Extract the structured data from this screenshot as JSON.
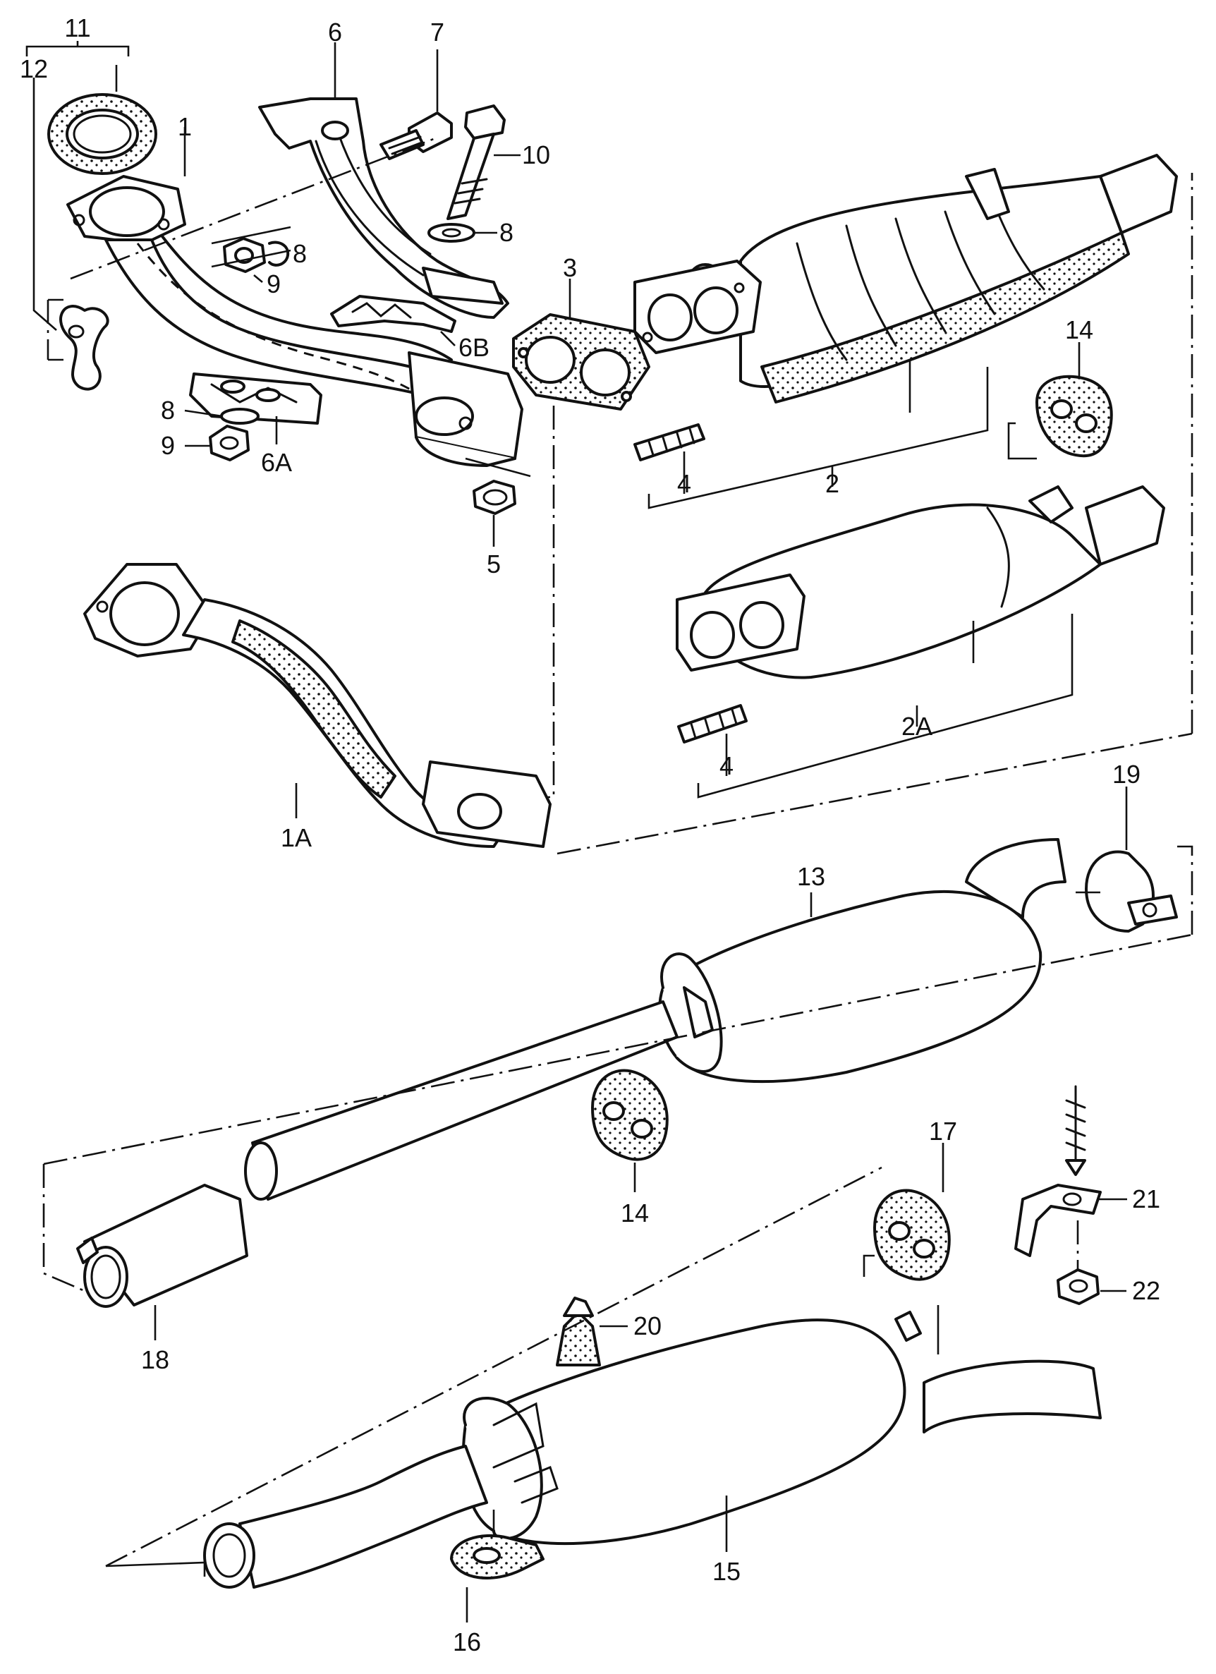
{
  "diagram": {
    "colors": {
      "line": "#111111",
      "background": "#ffffff"
    },
    "callouts": [
      {
        "id": "c11",
        "text": "11"
      },
      {
        "id": "c12",
        "text": "12"
      },
      {
        "id": "c1",
        "text": "1"
      },
      {
        "id": "c6",
        "text": "6"
      },
      {
        "id": "c7",
        "text": "7"
      },
      {
        "id": "c10",
        "text": "10"
      },
      {
        "id": "c8a",
        "text": "8"
      },
      {
        "id": "c8b",
        "text": "8"
      },
      {
        "id": "c9a",
        "text": "9"
      },
      {
        "id": "c6B",
        "text": "6B"
      },
      {
        "id": "c3",
        "text": "3"
      },
      {
        "id": "c8c",
        "text": "8"
      },
      {
        "id": "c9b",
        "text": "9"
      },
      {
        "id": "c6A",
        "text": "6A"
      },
      {
        "id": "c4a",
        "text": "4"
      },
      {
        "id": "c2",
        "text": "2"
      },
      {
        "id": "c14a",
        "text": "14"
      },
      {
        "id": "c5",
        "text": "5"
      },
      {
        "id": "c4b",
        "text": "4"
      },
      {
        "id": "c2A",
        "text": "2A"
      },
      {
        "id": "c1A",
        "text": "1A"
      },
      {
        "id": "c19",
        "text": "19"
      },
      {
        "id": "c13",
        "text": "13"
      },
      {
        "id": "c14b",
        "text": "14"
      },
      {
        "id": "c17",
        "text": "17"
      },
      {
        "id": "c21",
        "text": "21"
      },
      {
        "id": "c22",
        "text": "22"
      },
      {
        "id": "c18",
        "text": "18"
      },
      {
        "id": "c20",
        "text": "20"
      },
      {
        "id": "c15",
        "text": "15"
      },
      {
        "id": "c16",
        "text": "16"
      }
    ]
  }
}
